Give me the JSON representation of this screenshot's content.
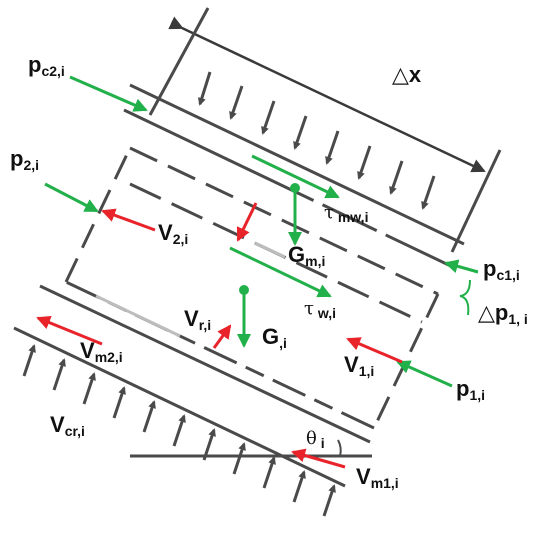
{
  "colors": {
    "wall": "#4a4a4a",
    "dash_gap": "#bdbdbd",
    "pressure_arrow": "#22b04a",
    "velocity_arrow": "#e8232a",
    "text": "#111111"
  },
  "labels": {
    "dx": "△x",
    "pc2": {
      "main": "p",
      "sub": "c2,i"
    },
    "p2": {
      "main": "p",
      "sub": "2,i"
    },
    "V2": {
      "main": "V",
      "sub": "2,i"
    },
    "tau_mw": {
      "main": "τ",
      "sub": " mw,i"
    },
    "Gm": {
      "main": "G",
      "sub": "m,i"
    },
    "pc1": {
      "main": "p",
      "sub": "c1,i"
    },
    "dp1": {
      "main": "△p",
      "sub": "1, i"
    },
    "tau_w": {
      "main": "τ",
      "sub": " w,i"
    },
    "Vr": {
      "main": "V",
      "sub": "r,i"
    },
    "G": {
      "main": "G",
      "sub": ",i"
    },
    "Vm2": {
      "main": "V",
      "sub": "m2,i"
    },
    "V1": {
      "main": "V",
      "sub": "1,i"
    },
    "p1": {
      "main": "p",
      "sub": "1,i"
    },
    "Vcr": {
      "main": "V",
      "sub": "cr,i"
    },
    "theta": {
      "main": "θ",
      "sub": " i"
    },
    "Vm1": {
      "main": "V",
      "sub": "m1,i"
    }
  }
}
